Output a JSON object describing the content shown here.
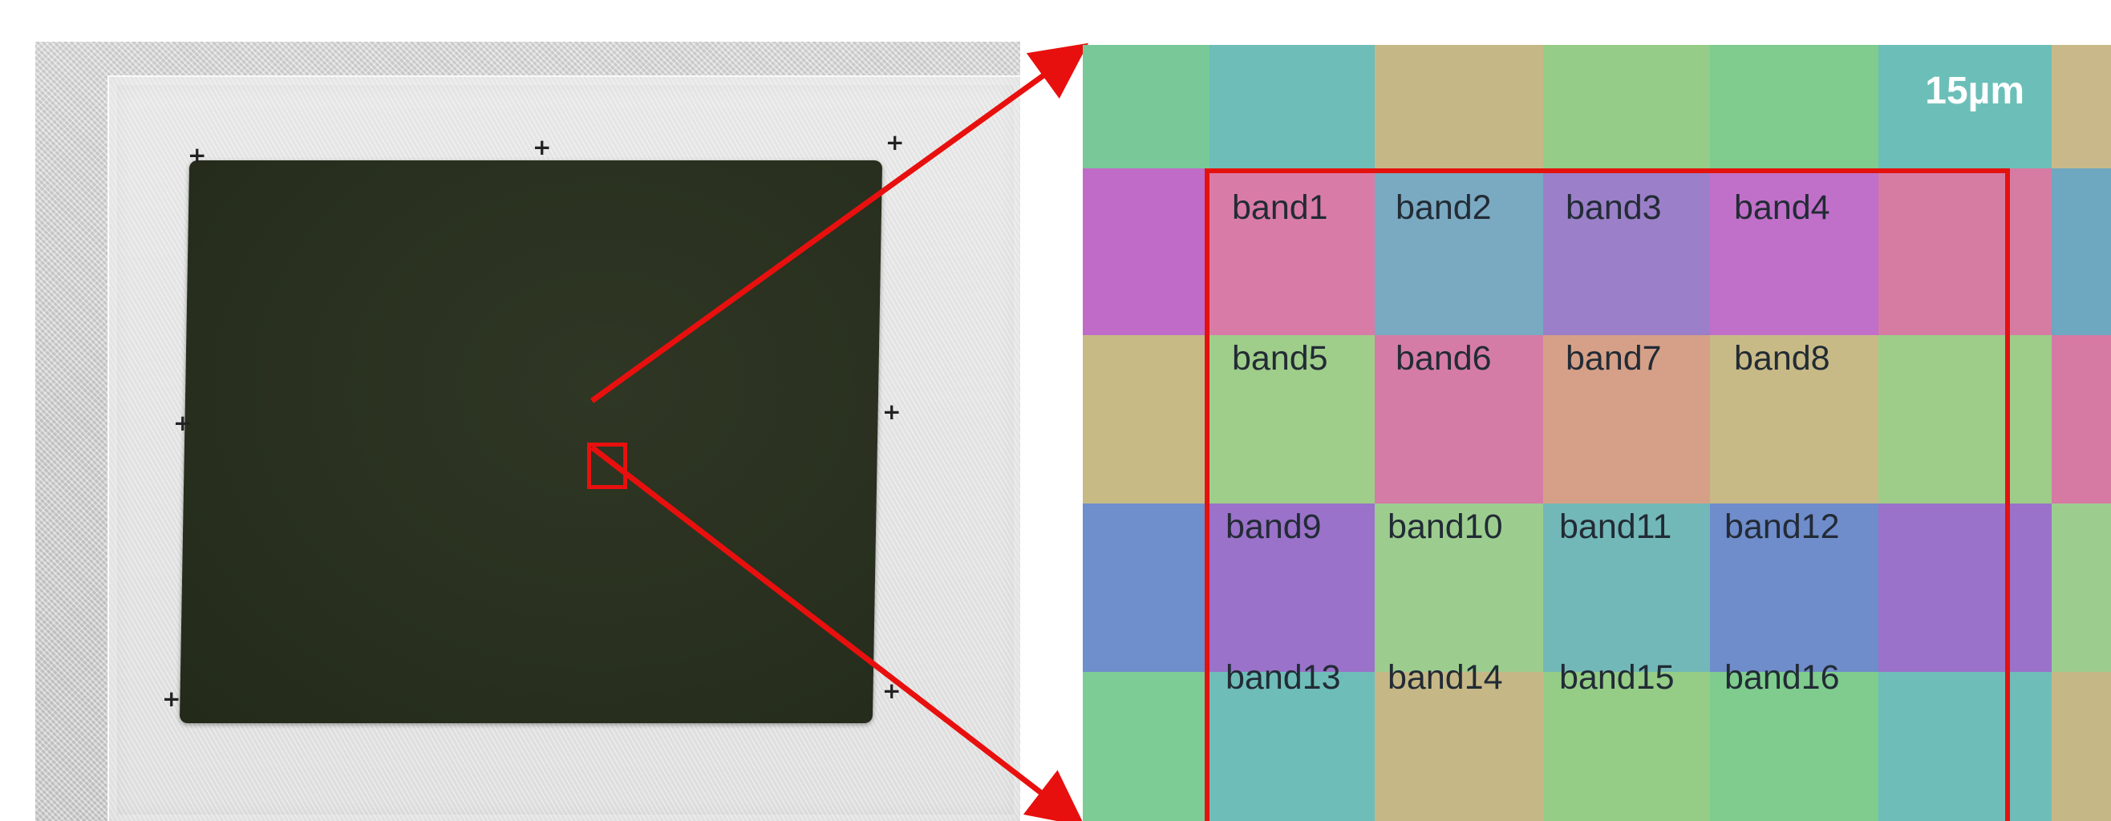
{
  "left_photo": {
    "description_icon": "sensor-chip-photo",
    "colors": {
      "chip": "#29301f",
      "slide": "#dedede",
      "marker": "#e8100e"
    }
  },
  "micrograph": {
    "scale_label": "15µm",
    "band_labels": [
      "band1",
      "band2",
      "band3",
      "band4",
      "band5",
      "band6",
      "band7",
      "band8",
      "band9",
      "band10",
      "band11",
      "band12",
      "band13",
      "band14",
      "band15",
      "band16"
    ],
    "roi_color": "#e4120f",
    "grid_colors": [
      [
        "#78c997",
        "#6fbdb8",
        "#c6b886",
        "#95cc87",
        "#7fcc8e",
        "#6cbfb8",
        "#c9b98a"
      ],
      [
        "#c06bc7",
        "#d97ba7",
        "#7aa9c2",
        "#9b7fc8",
        "#c070c9",
        "#d67ca3",
        "#6ea7c0"
      ],
      [
        "#c7ba85",
        "#9fcd8a",
        "#d57ca6",
        "#d5a087",
        "#c8ba86",
        "#9dcd89",
        "#d67aa4"
      ],
      [
        "#6e8ecc",
        "#9a72c9",
        "#9ccd8f",
        "#72b8b8",
        "#6f8ccb",
        "#9a72c9",
        "#9ccd8f"
      ],
      [
        "#7dcc95",
        "#6fbdb9",
        "#c6b886",
        "#95cd87",
        "#7fcc8e",
        "#6fbdb9",
        "#c6b886"
      ]
    ]
  }
}
